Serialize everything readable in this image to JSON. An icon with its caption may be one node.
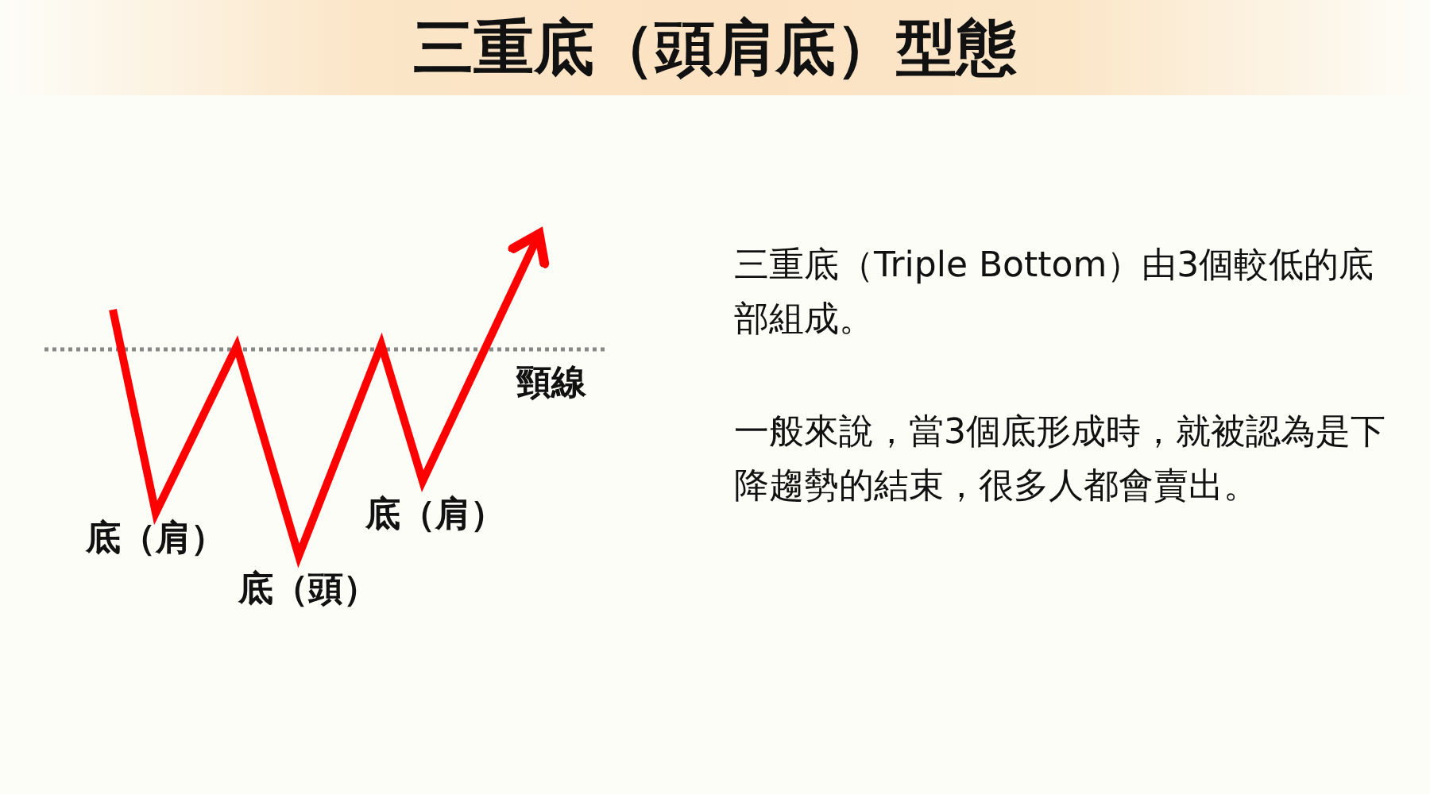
{
  "diagram": {
    "title": "三重底（頭肩底）型態",
    "labels": [
      "頸線",
      "底（肩）",
      "底（頭）",
      "底（肩）",
      "三重底（Triple Bottom）由3個較低的底部組成。",
      "一般來說，當3個底形成時，就被認為是下降趨勢的結束，很多人都會賣出。"
    ]
  }
}
